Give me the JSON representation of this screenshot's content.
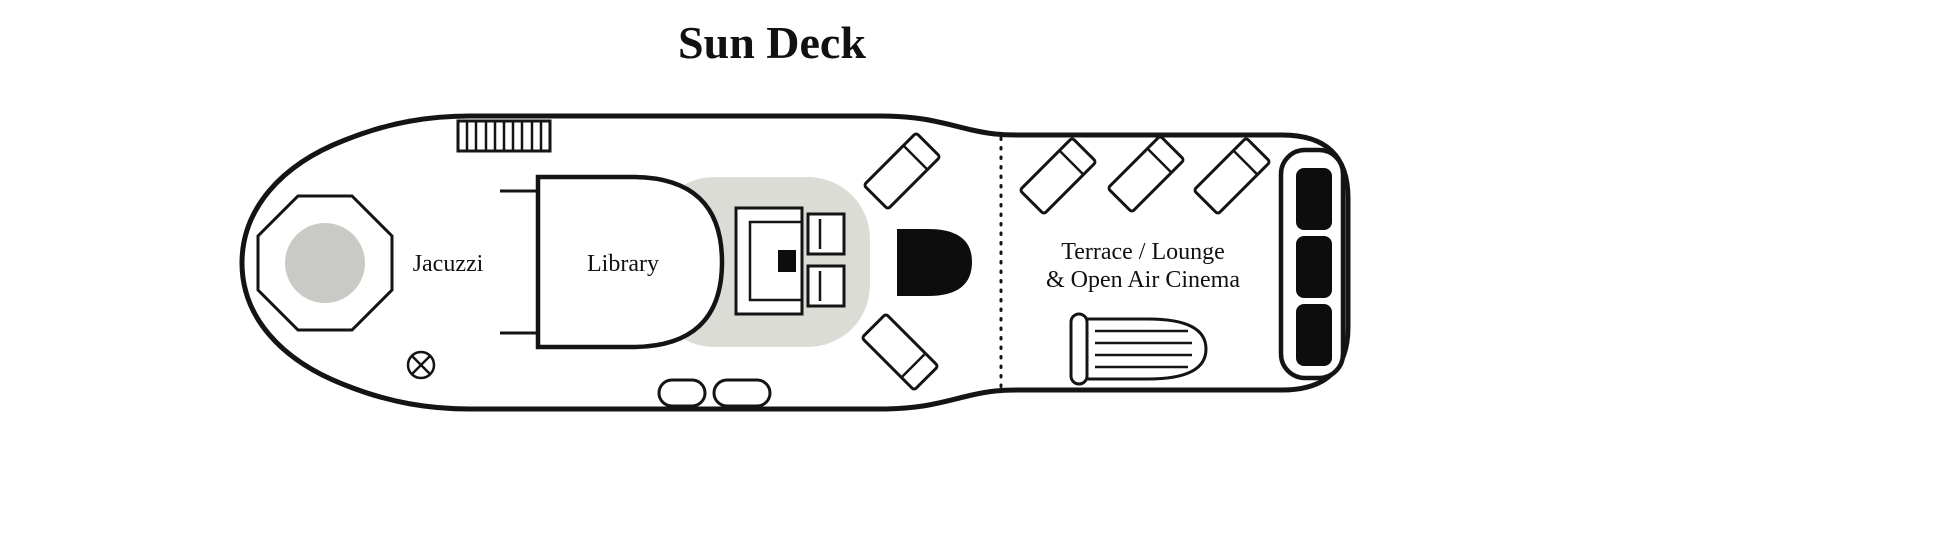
{
  "title": "Sun Deck",
  "labels": {
    "jacuzzi": "Jacuzzi",
    "library": "Library",
    "terrace_line1": "Terrace / Lounge",
    "terrace_line2": "& Open Air Cinema"
  },
  "colors": {
    "outline": "#141414",
    "deck_fill": "#ffffff",
    "lounge_area_fill": "#dcdcd7",
    "jacuzzi_water_fill": "#c9c9c5",
    "furniture_black": "#0d0d0d"
  }
}
